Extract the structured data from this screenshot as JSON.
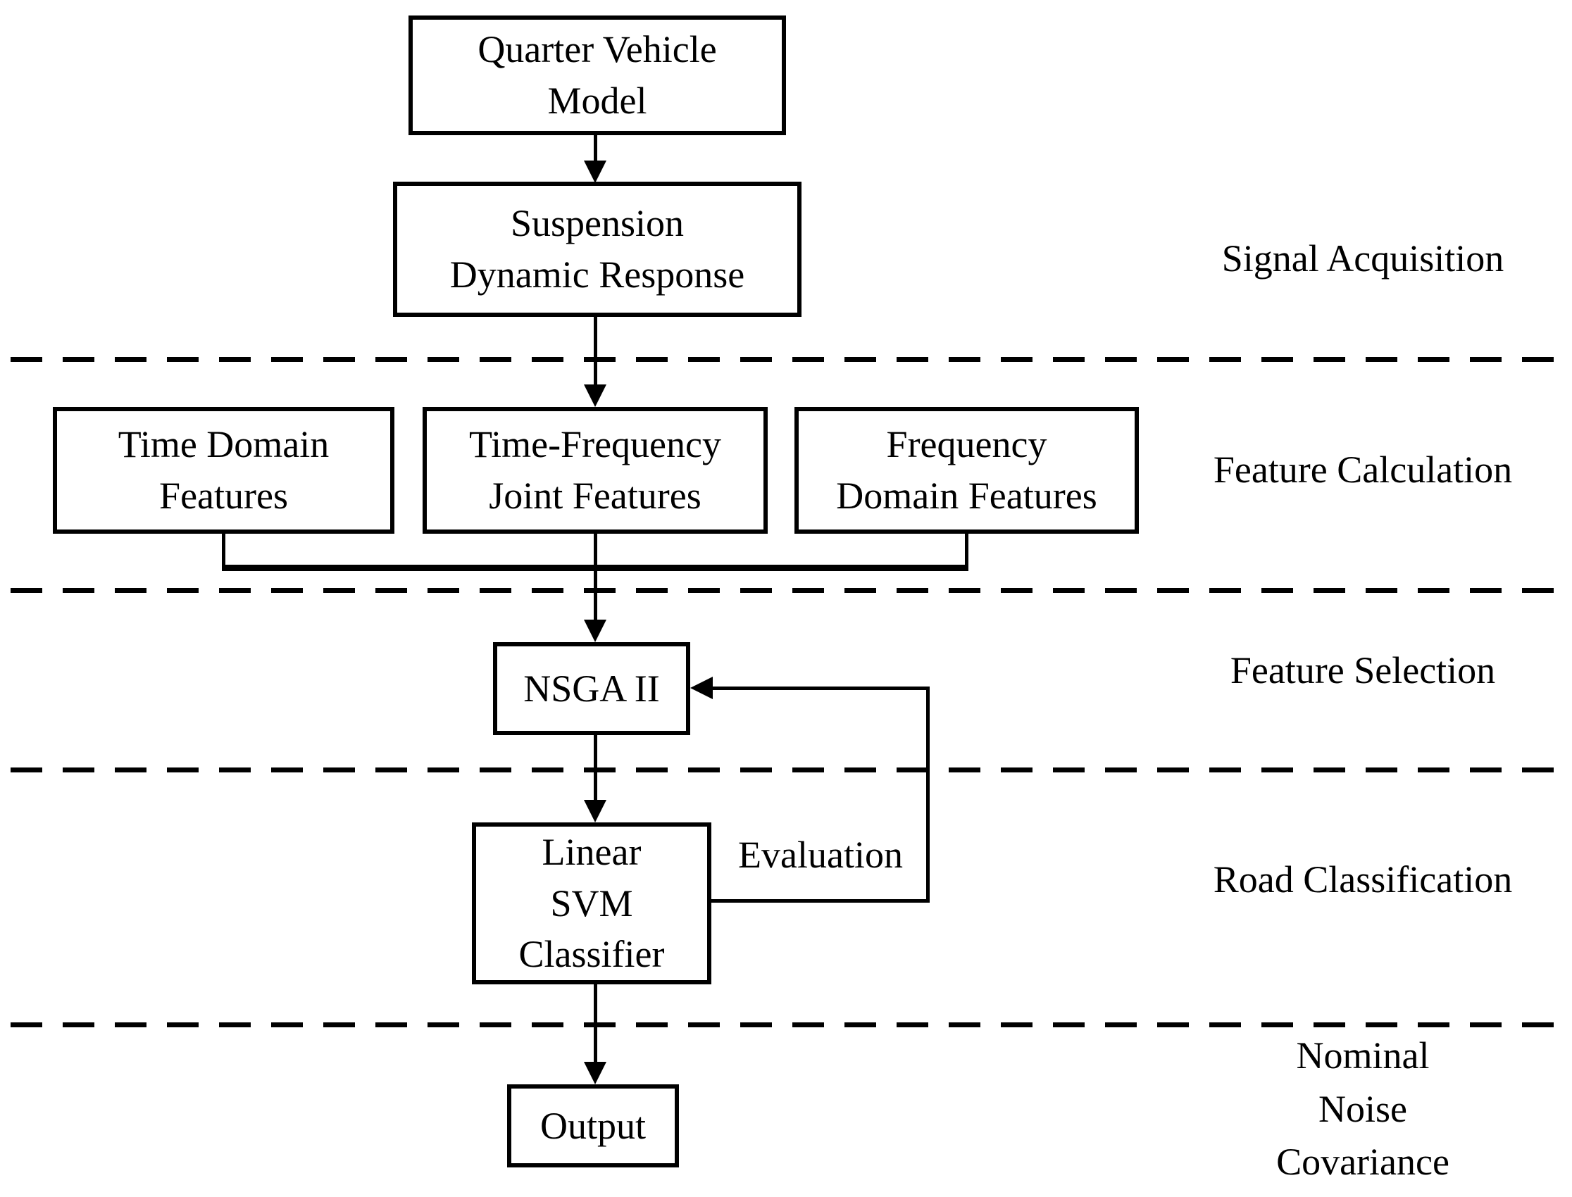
{
  "figure": {
    "boxes": {
      "quarter_vehicle": "Quarter Vehicle\nModel",
      "suspension": "Suspension\nDynamic Response",
      "time_domain": "Time Domain\nFeatures",
      "time_frequency": "Time-Frequency\nJoint Features",
      "frequency_domain": "Frequency\nDomain Features",
      "nsga": "NSGA II",
      "svm": "Linear\nSVM\nClassifier",
      "output": "Output"
    },
    "stage_labels": {
      "signal_acquisition": "Signal Acquisition",
      "feature_calculation": "Feature Calculation",
      "feature_selection": "Feature Selection",
      "road_classification": "Road Classification",
      "nominal_noise_covariance": "Nominal\nNoise\nCovariance"
    },
    "edge_labels": {
      "evaluation": "Evaluation"
    },
    "colors": {
      "line": "#000000",
      "background": "#ffffff",
      "box_fill": "#ffffff"
    }
  }
}
